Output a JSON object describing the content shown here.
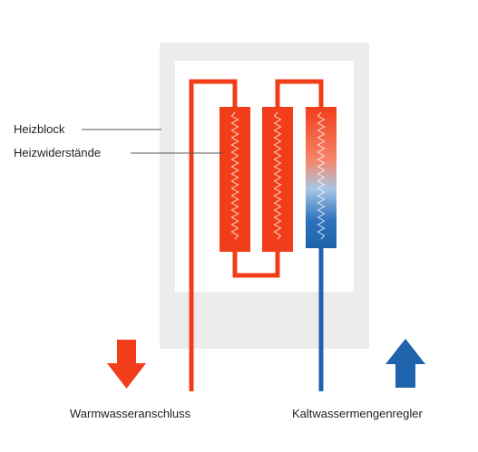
{
  "labels": {
    "heating_block": "Heizblock",
    "heating_resistors": "Heizwiderstände",
    "hot_water_outlet": "Warmwasseranschluss",
    "cold_water_regulator": "Kaltwassermengenregler"
  },
  "icons": {
    "hot_arrow": "arrow-down-icon",
    "cold_arrow": "arrow-up-icon"
  },
  "colors": {
    "housing": "#ececec",
    "inner_panel": "#ffffff",
    "hot": "#f23d1a",
    "cold": "#1f63ad",
    "label_line": "#555555",
    "text": "#1e1e1e"
  }
}
